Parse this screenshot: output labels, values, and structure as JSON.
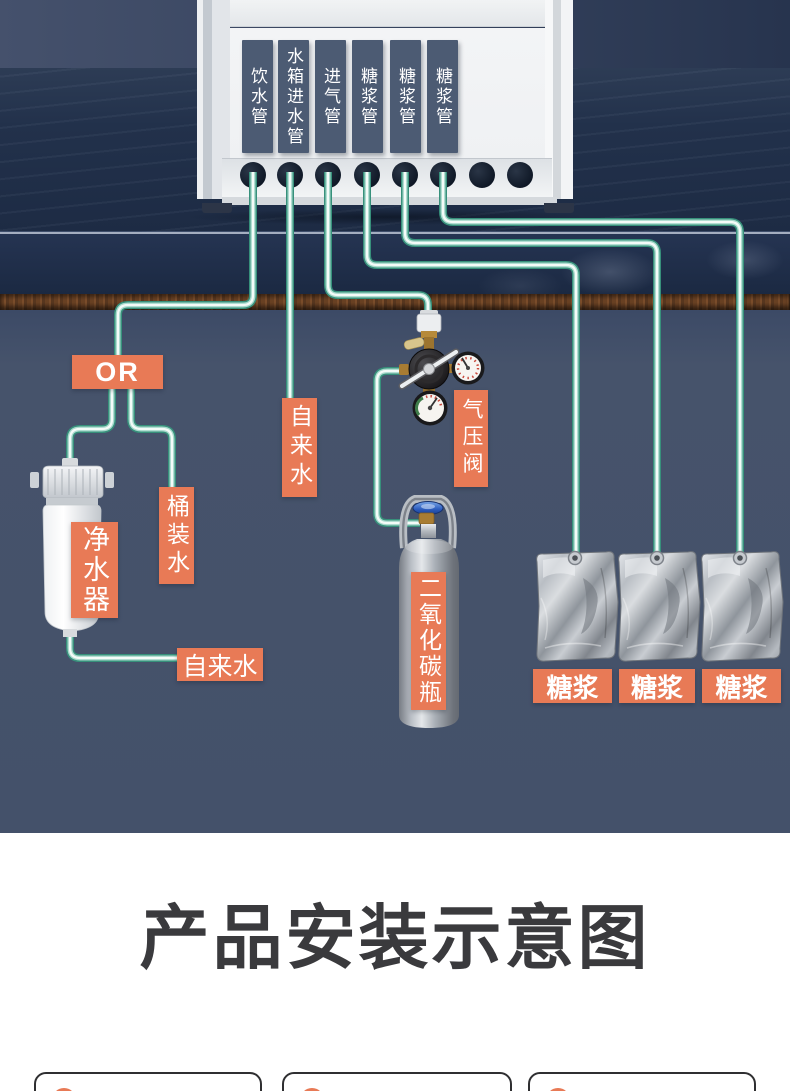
{
  "title": "产品安装示意图",
  "machine": {
    "ports": [
      "饮水管",
      "水箱进水管",
      "进气管",
      "糖浆管",
      "糖浆管",
      "糖浆管"
    ]
  },
  "labels": {
    "or": "OR",
    "tap_water_inlet": "自来水",
    "air_valve": "气压阀",
    "bottled_water": "桶装水",
    "water_purifier": "净水器",
    "co2_cylinder": "二氧化碳瓶",
    "tap_water_source": "自来水",
    "syrup_1": "糖浆",
    "syrup_2": "糖浆",
    "syrup_3": "糖浆"
  },
  "colors": {
    "accent_orange": "#E87A56",
    "tube_teal": "#37907B",
    "port_tab_slate": "#4C5B73",
    "wall_blue": "#46536B",
    "counter_navy": "#1D2B44",
    "wood_brown": "#6B4224",
    "title_gray": "#3A3A3D"
  }
}
